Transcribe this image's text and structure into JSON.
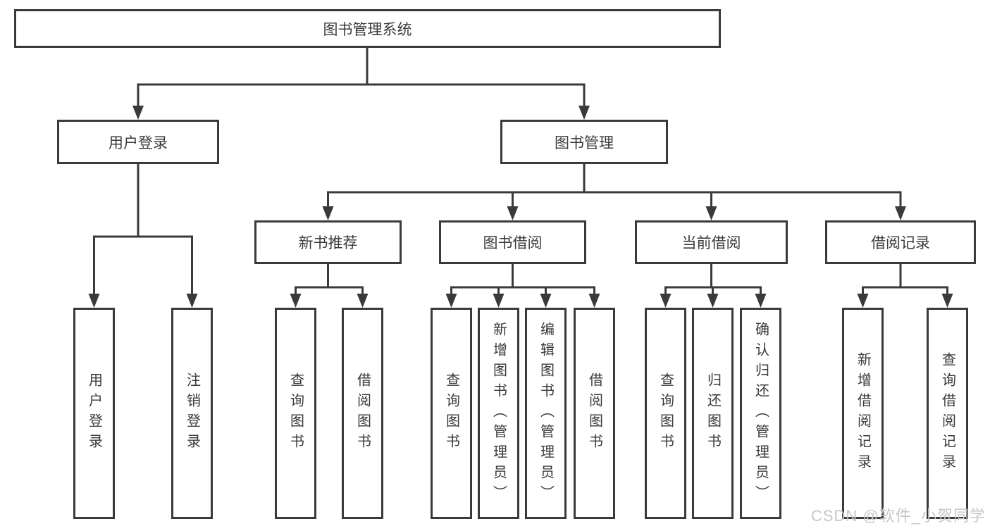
{
  "diagram": {
    "tree": {
      "label": "图书管理系统",
      "children": [
        {
          "label": "用户登录",
          "children": [
            {
              "label": "用户登录"
            },
            {
              "label": "注销登录"
            }
          ]
        },
        {
          "label": "图书管理",
          "children": [
            {
              "label": "新书推荐",
              "children": [
                {
                  "label": "查询图书"
                },
                {
                  "label": "借阅图书"
                }
              ]
            },
            {
              "label": "图书借阅",
              "children": [
                {
                  "label": "查询图书"
                },
                {
                  "label": "新增图书（管理员）"
                },
                {
                  "label": "编辑图书（管理员）"
                },
                {
                  "label": "借阅图书"
                }
              ]
            },
            {
              "label": "当前借阅",
              "children": [
                {
                  "label": "查询图书"
                },
                {
                  "label": "归还图书"
                },
                {
                  "label": "确认归还（管理员）"
                }
              ]
            },
            {
              "label": "借阅记录",
              "children": [
                {
                  "label": "新增借阅记录"
                },
                {
                  "label": "查询借阅记录"
                }
              ]
            }
          ]
        }
      ]
    },
    "colors": {
      "line": "#3a3a3a",
      "text": "#3a3a3a",
      "background": "#ffffff",
      "watermark": "#c7c7c7"
    }
  },
  "watermark": {
    "text": "CSDN @软件_小贺同学"
  }
}
